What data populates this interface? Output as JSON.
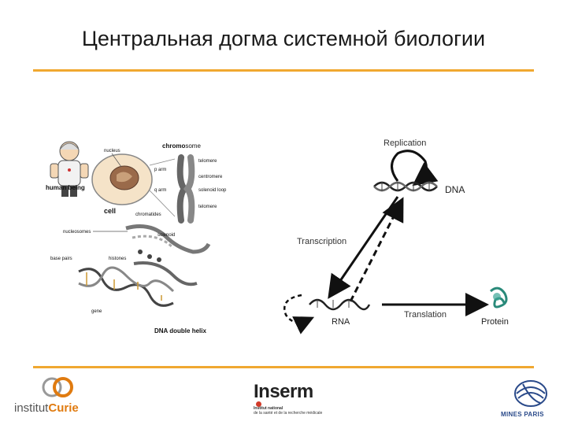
{
  "slide": {
    "title": "Центральная догма системной биологии"
  },
  "left_figure": {
    "labels": {
      "nucleus": "nucleus",
      "chromosome_a": "chromo",
      "chromosome_b": "some",
      "p_arm": "p arm",
      "telomere1": "telomere",
      "centromere": "centromere",
      "q_arm": "q arm",
      "solenoid_loop": "solenoid loop",
      "telomere2": "telomere",
      "human_being": "human being",
      "cell": "cell",
      "chromatides": "chromatides",
      "nucleosomes": "nucleosomes",
      "solenoid": "solenoid",
      "base_pairs": "base pairs",
      "histones": "histones",
      "gene": "gene",
      "dna_double_helix": "DNA double helix"
    }
  },
  "dogma_diagram": {
    "replication": "Replication",
    "dna": "DNA",
    "transcription": "Transcription",
    "rna": "RNA",
    "translation": "Translation",
    "protein": "Protein"
  },
  "footer": {
    "curie_prefix": "institut",
    "curie_name": "Curie",
    "inserm_name": "Inserm",
    "inserm_line1": "Institut national",
    "inserm_line2": "de la santé et de la recherche médicale",
    "mines": "MINES PARIS"
  },
  "colors": {
    "accent_rule": "#f0a830",
    "curie_orange": "#e07b10",
    "inserm_red": "#d23b2a",
    "mines_blue": "#2a4a8a"
  }
}
